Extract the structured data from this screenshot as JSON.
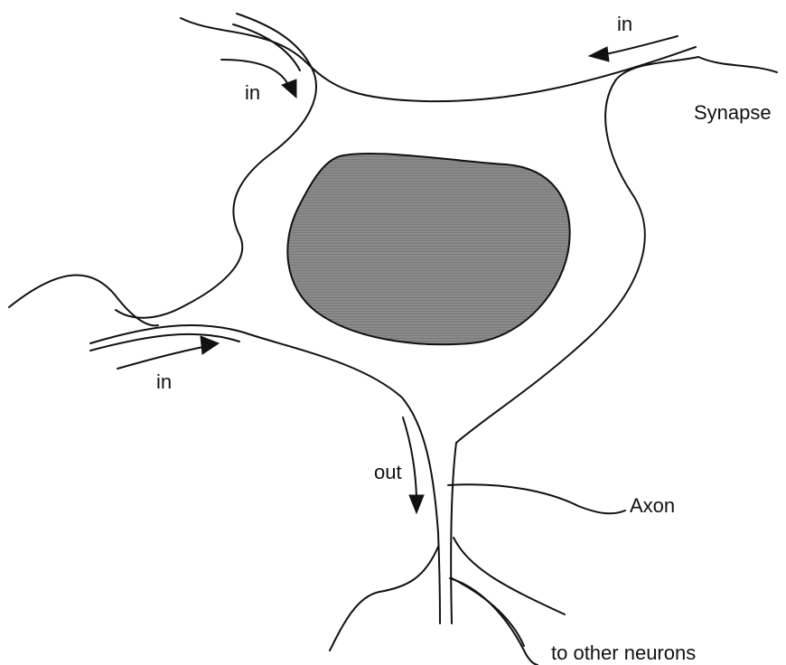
{
  "labels": {
    "in_top_right": "in",
    "in_top_left": "in",
    "in_left": "in",
    "out": "out",
    "synapse": "Synapse",
    "axon": "Axon",
    "to_other_neurons": "to other neurons"
  },
  "colors": {
    "line": "#111111",
    "nucleus_fill": "#7a7a7a",
    "nucleus_hatch": "#9a9a9a",
    "background": "#ffffff"
  }
}
